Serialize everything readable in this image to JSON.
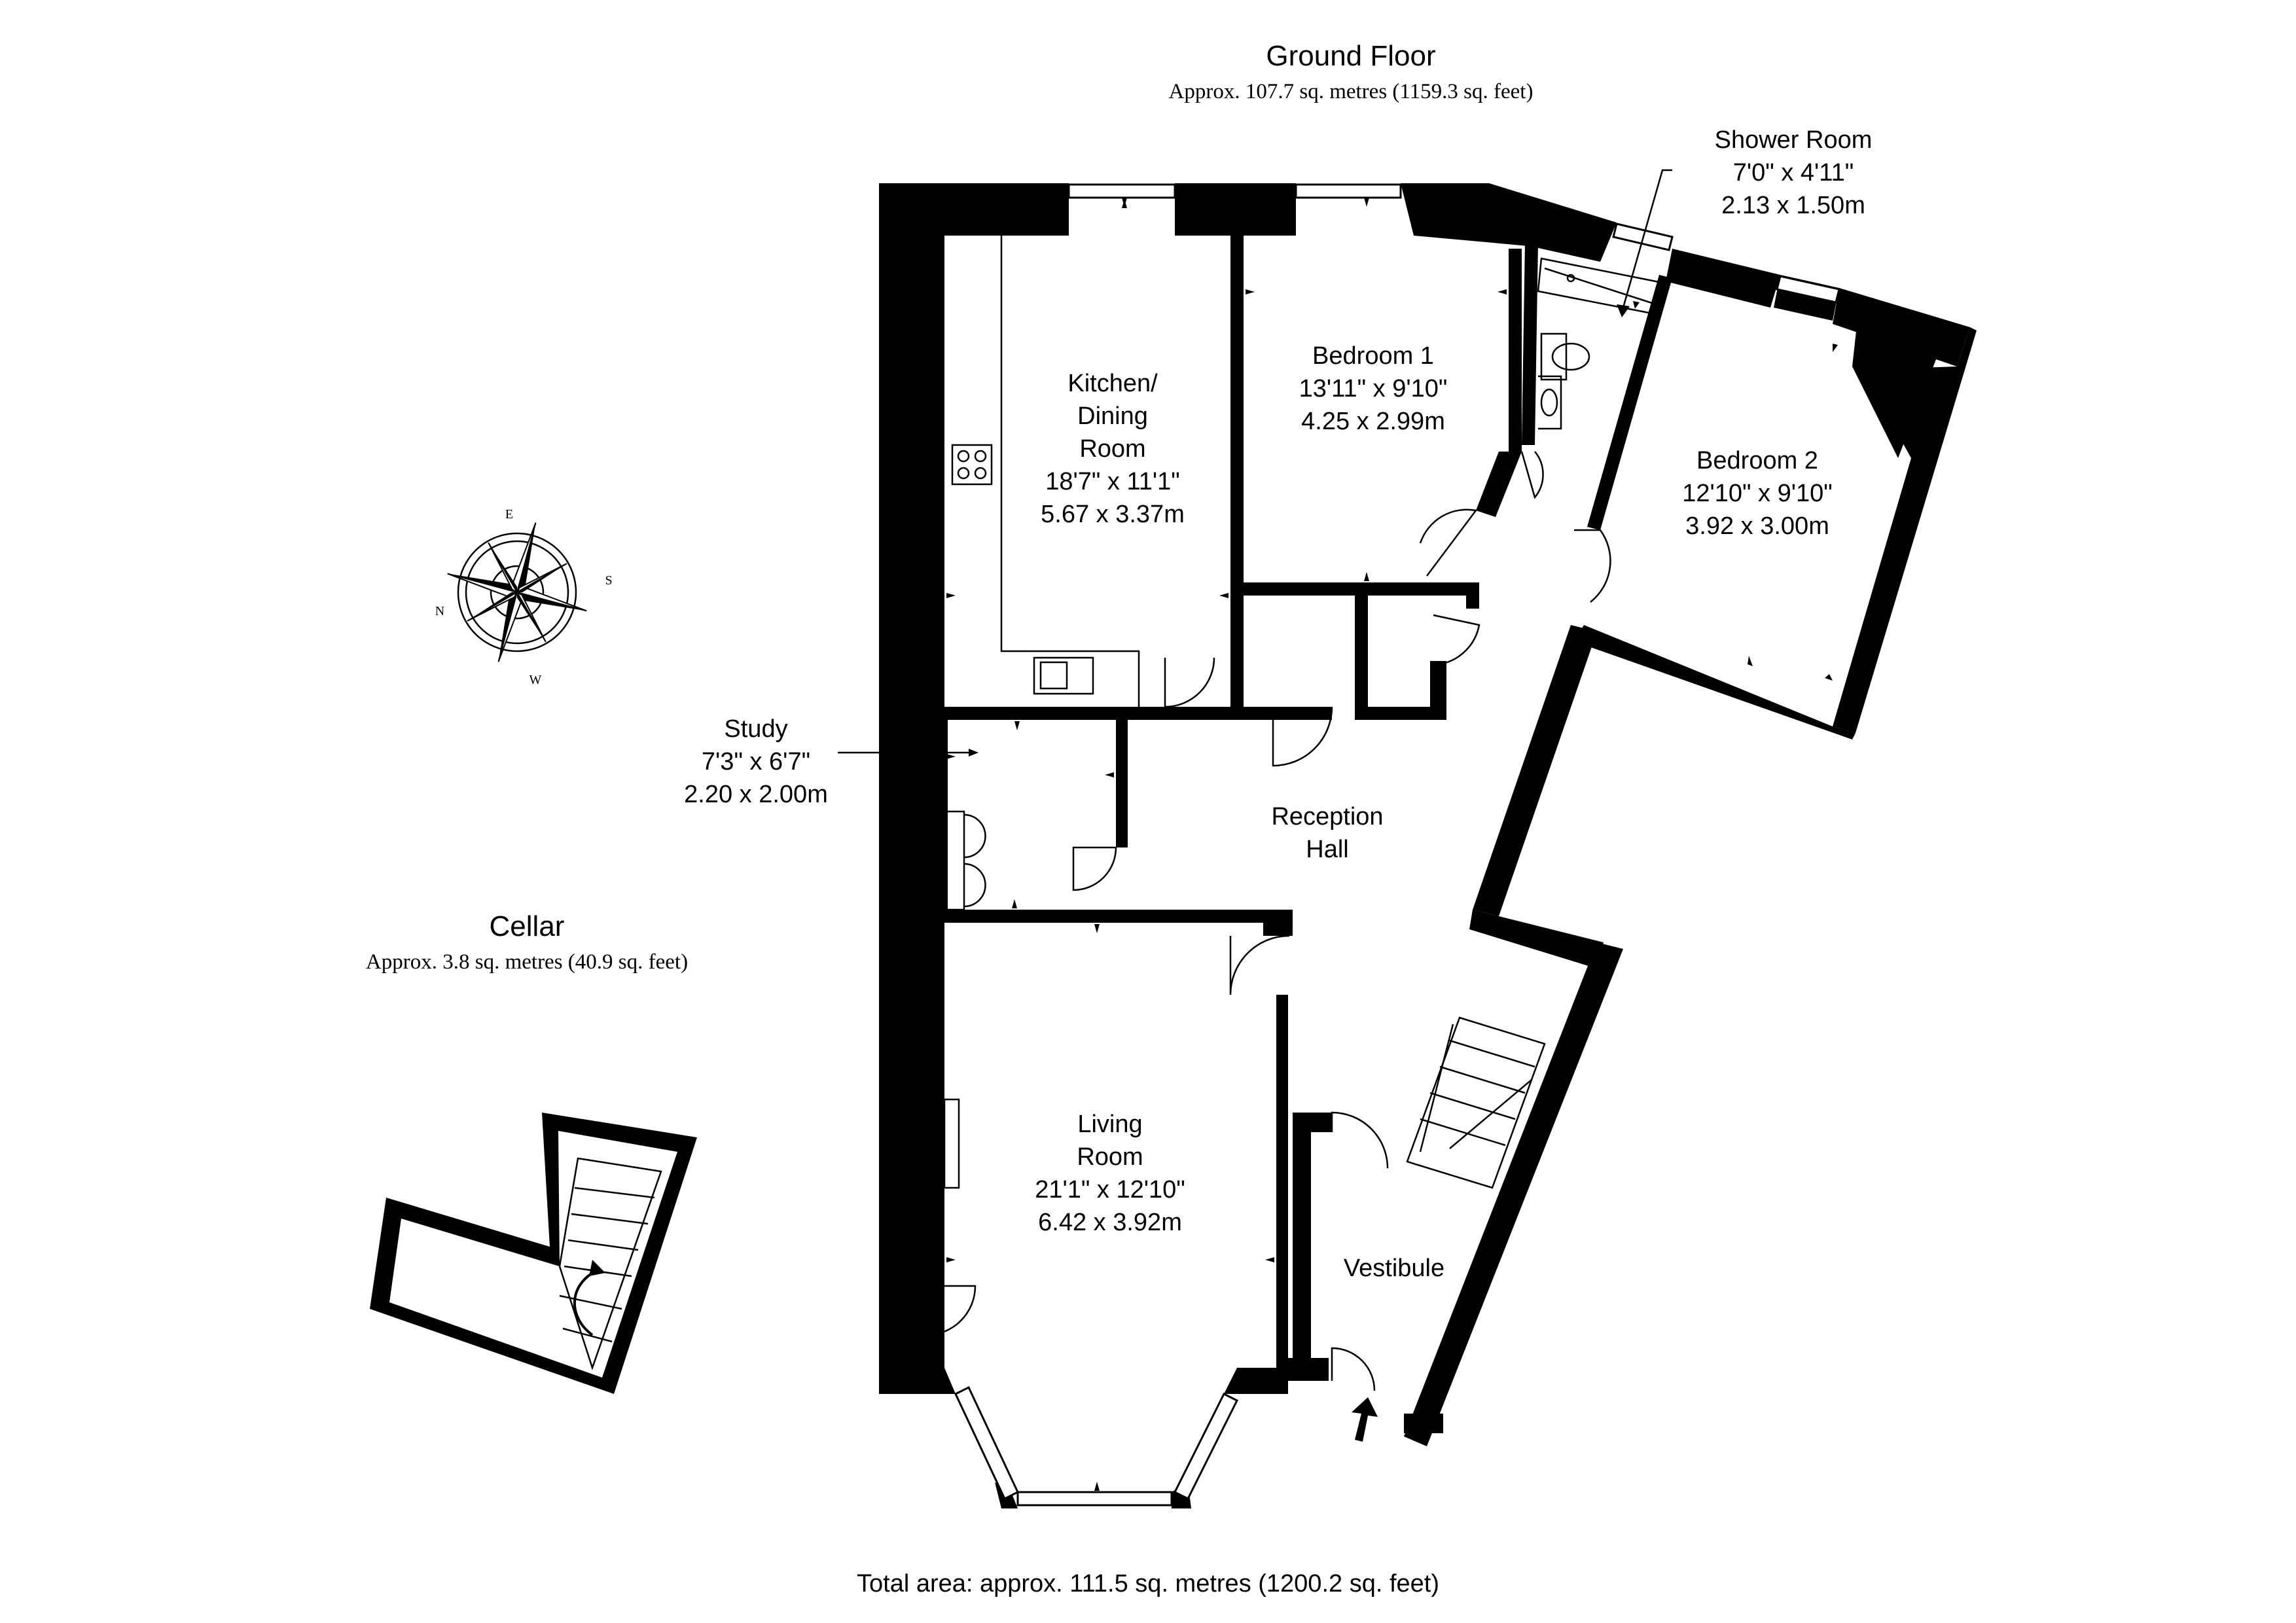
{
  "ground_floor": {
    "title": "Ground Floor",
    "area": "Approx. 107.7 sq. metres (1159.3 sq. feet)"
  },
  "cellar": {
    "title": "Cellar",
    "area": "Approx. 3.8 sq. metres (40.9 sq. feet)"
  },
  "total_area": "Total area: approx. 111.5 sq. metres (1200.2 sq. feet)",
  "rooms": {
    "kitchen": {
      "name_lines": [
        "Kitchen/",
        "Dining",
        "Room"
      ],
      "imperial": "18'7\" x 11'1\"",
      "metric": "5.67 x 3.37m"
    },
    "bedroom1": {
      "name_lines": [
        "Bedroom 1"
      ],
      "imperial": "13'11\" x 9'10\"",
      "metric": "4.25 x 2.99m"
    },
    "shower": {
      "name_lines": [
        "Shower Room"
      ],
      "imperial": "7'0\" x 4'11\"",
      "metric": "2.13 x 1.50m"
    },
    "bedroom2": {
      "name_lines": [
        "Bedroom 2"
      ],
      "imperial": "12'10\" x 9'10\"",
      "metric": "3.92 x 3.00m"
    },
    "study": {
      "name_lines": [
        "Study"
      ],
      "imperial": "7'3\" x 6'7\"",
      "metric": "2.20 x 2.00m"
    },
    "reception": {
      "name_lines": [
        "Reception",
        "Hall"
      ]
    },
    "living": {
      "name_lines": [
        "Living",
        "Room"
      ],
      "imperial": "21'1\" x 12'10\"",
      "metric": "6.42 x 3.92m"
    },
    "vestibule": {
      "name_lines": [
        "Vestibule"
      ]
    }
  },
  "compass": {
    "icon": "compass-rose-icon",
    "letters": [
      "E",
      "S",
      "W",
      "N"
    ]
  },
  "colors": {
    "ink": "#000000",
    "paper": "#ffffff"
  }
}
